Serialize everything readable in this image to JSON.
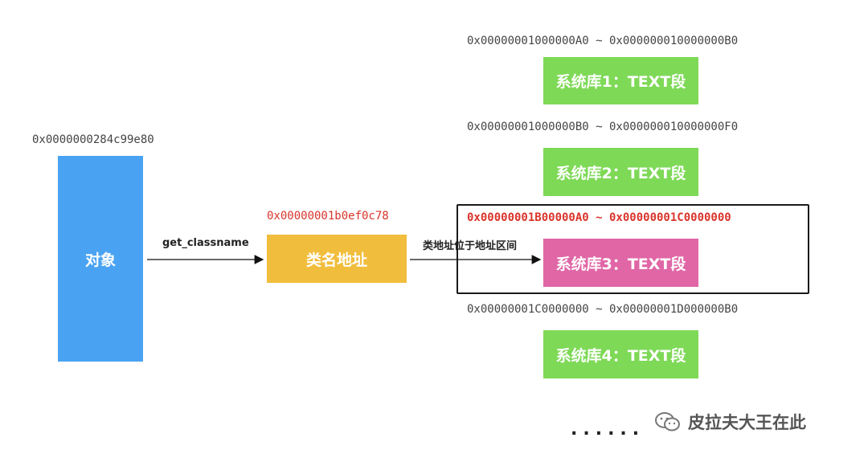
{
  "object": {
    "address": "0x0000000284c99e80",
    "label": "对象"
  },
  "edge_get_classname": "get_classname",
  "class_address": {
    "address": "0x00000001b0ef0c78",
    "label": "类名地址"
  },
  "edge_in_range": "类地址位于地址区间",
  "libraries": [
    {
      "range": "0x00000001000000A0 ~ 0x000000010000000B0",
      "label": "系统库1：TEXT段"
    },
    {
      "range": "0x00000001000000B0 ~ 0x000000010000000F0",
      "label": "系统库2：TEXT段"
    },
    {
      "range": "0x00000001B00000A0 ~ 0x00000001C0000000",
      "label": "系统库3：TEXT段"
    },
    {
      "range": "0x00000001C0000000 ~ 0x00000001D000000B0",
      "label": "系统库4：TEXT段"
    }
  ],
  "ellipsis": "......",
  "watermark": "皮拉夫大王在此",
  "colors": {
    "object": "#4aa3f2",
    "class": "#f1bd3c",
    "library": "#7ed957",
    "highlight": "#e066a6",
    "highlight_text": "#d9342b"
  }
}
